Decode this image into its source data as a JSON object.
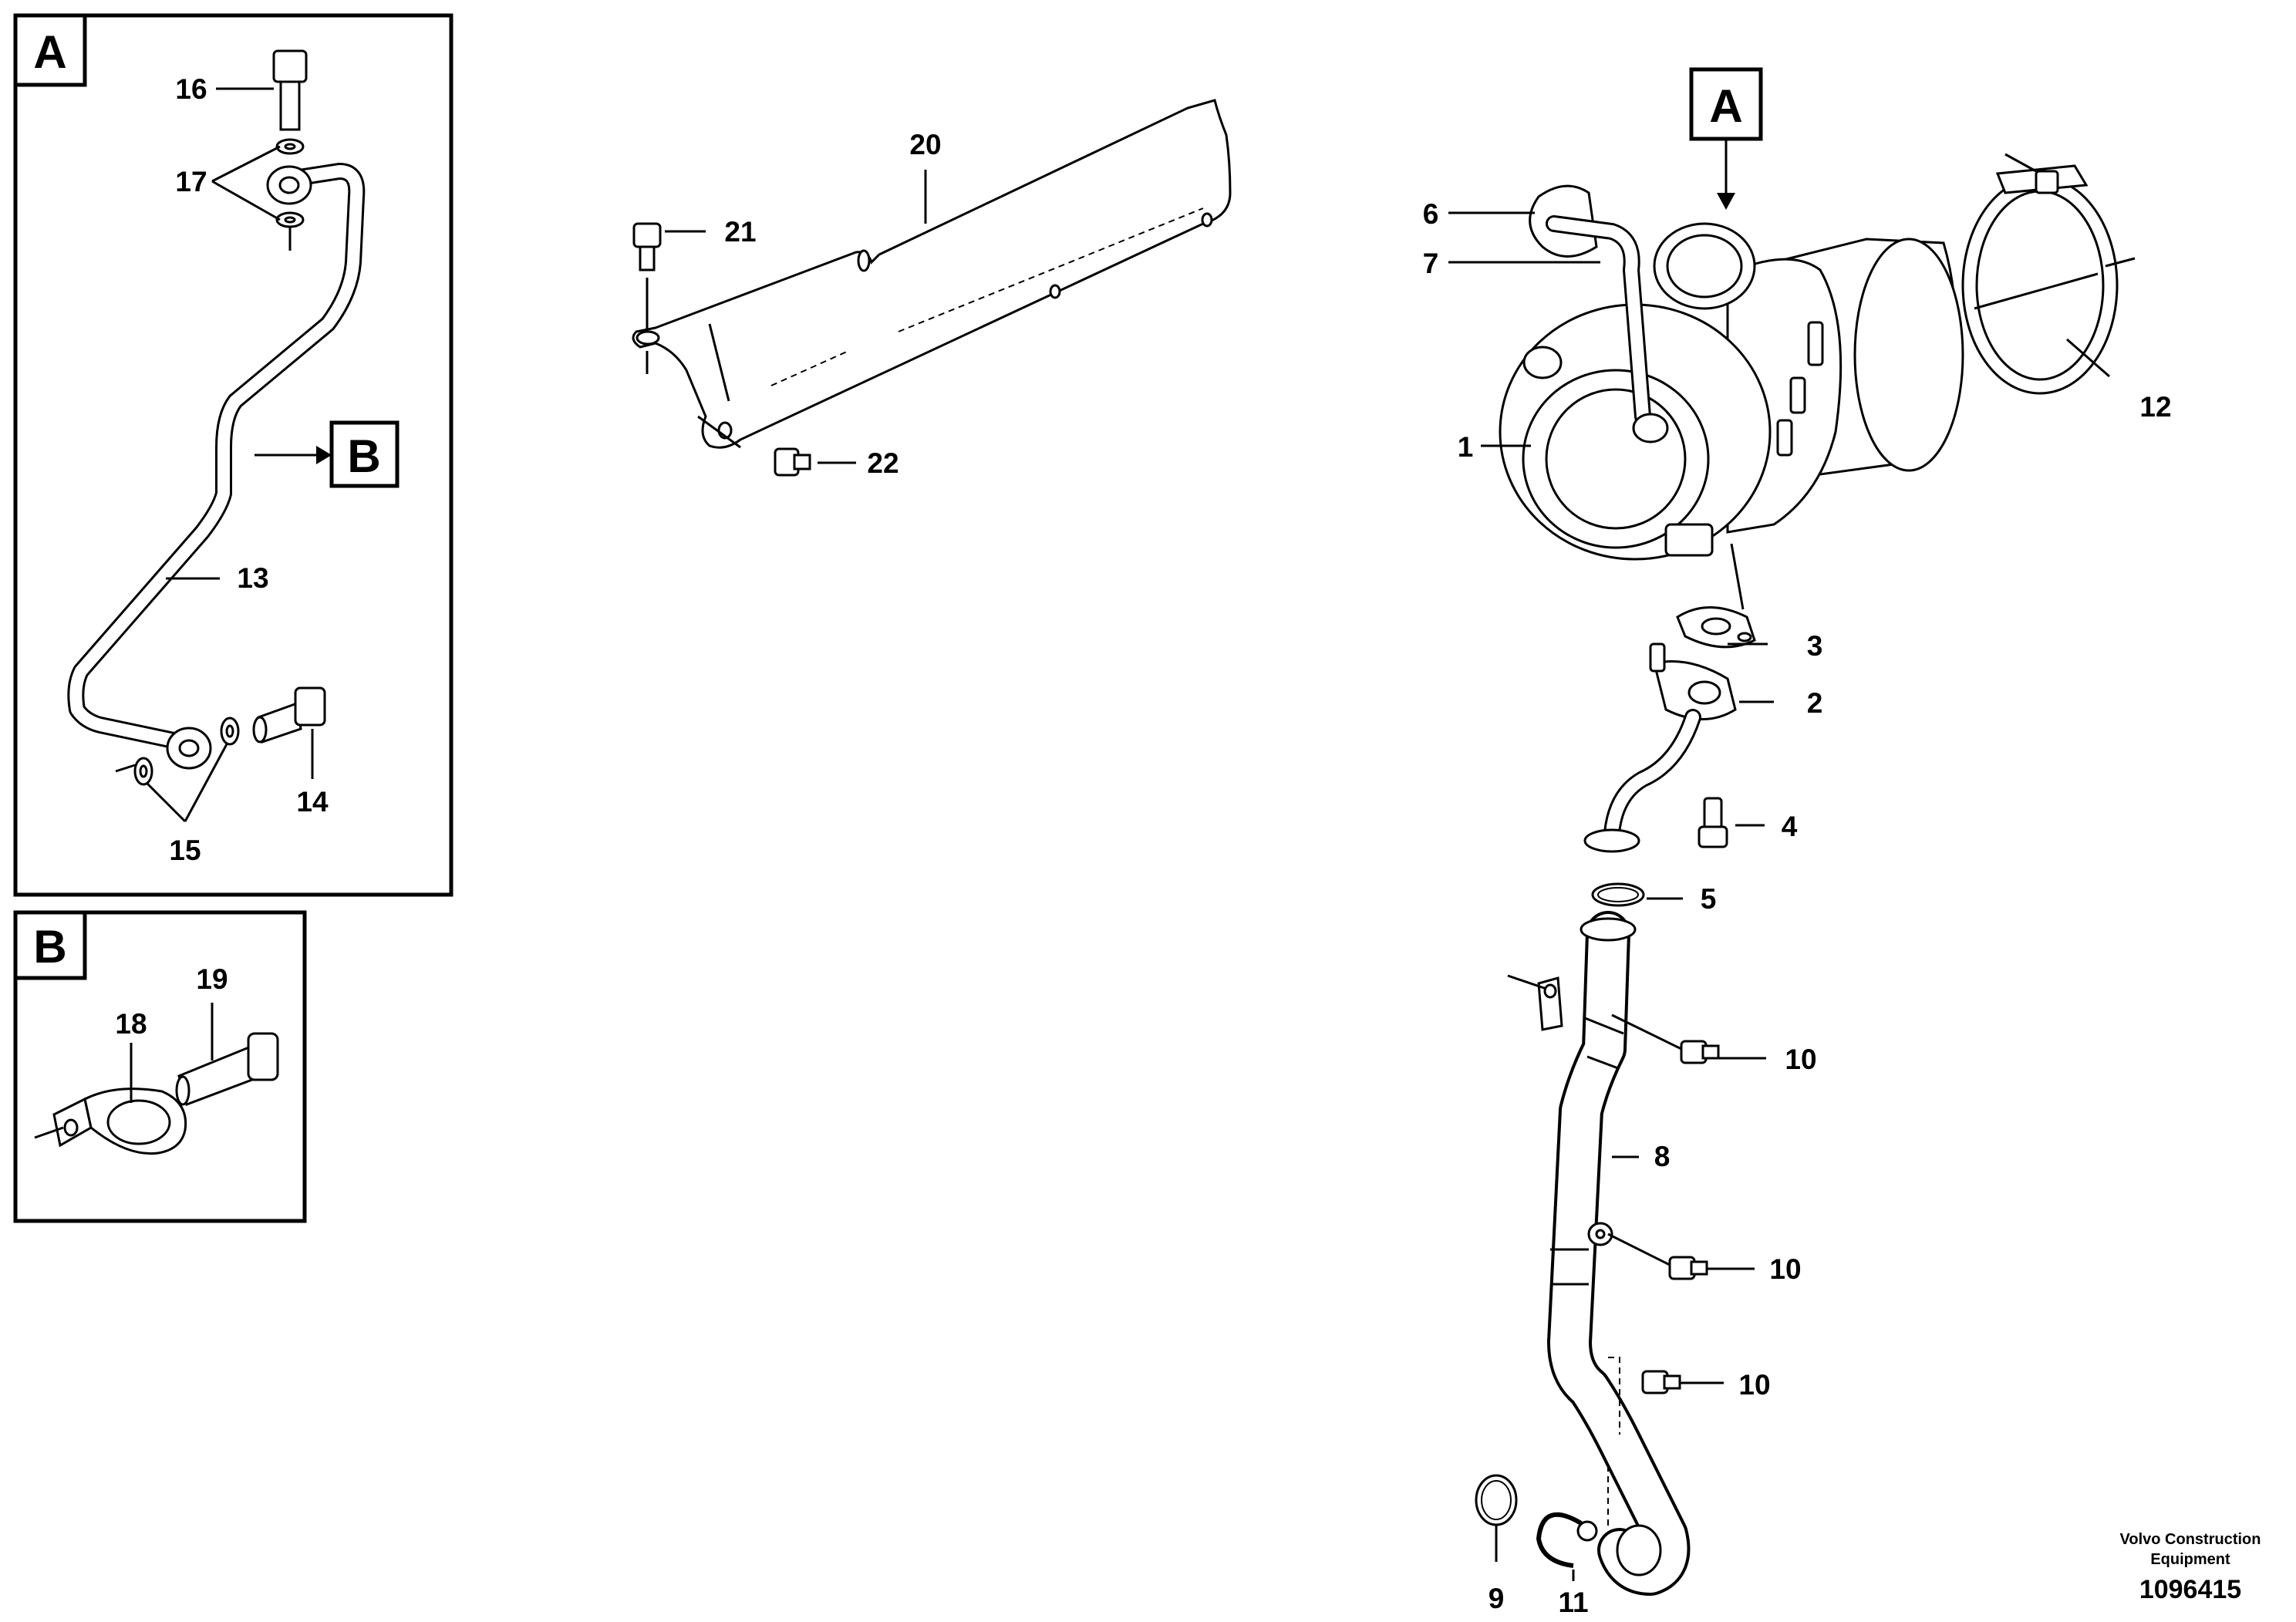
{
  "callouts": {
    "p1": "1",
    "p2": "2",
    "p3": "3",
    "p4": "4",
    "p5": "5",
    "p6": "6",
    "p7": "7",
    "p8": "8",
    "p9": "9",
    "p10a": "10",
    "p10b": "10",
    "p10c": "10",
    "p11": "11",
    "p12": "12",
    "p13": "13",
    "p14": "14",
    "p15": "15",
    "p16": "16",
    "p17": "17",
    "p18": "18",
    "p19": "19",
    "p20": "20",
    "p21": "21",
    "p22": "22"
  },
  "detail_boxes": {
    "box_a": "A",
    "box_b": "B",
    "pointer_a": "A",
    "pointer_b": "B"
  },
  "footer": {
    "brand_line1": "Volvo Construction",
    "brand_line2": "Equipment",
    "doc_number": "1096415"
  }
}
